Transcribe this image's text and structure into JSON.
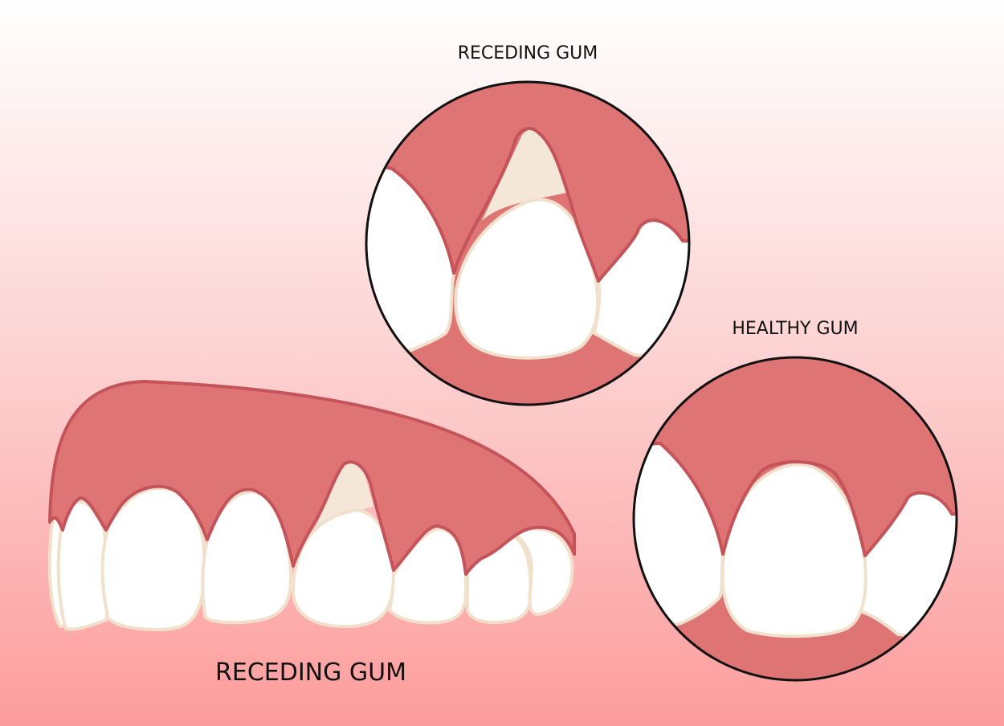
{
  "labels": {
    "top_circle": "RECEDING GUM",
    "right_circle": "HEALTHY GUM",
    "jaw": "RECEDING GUM"
  },
  "colors": {
    "gum": "#df7474",
    "gum_margin": "#c4545a",
    "tooth": "#ffffff",
    "tooth_outline": "#f1e1cc",
    "exposed_root": "#f5e7d7",
    "background_top": "#ffffff",
    "background_bottom": "#fd9c9c"
  }
}
